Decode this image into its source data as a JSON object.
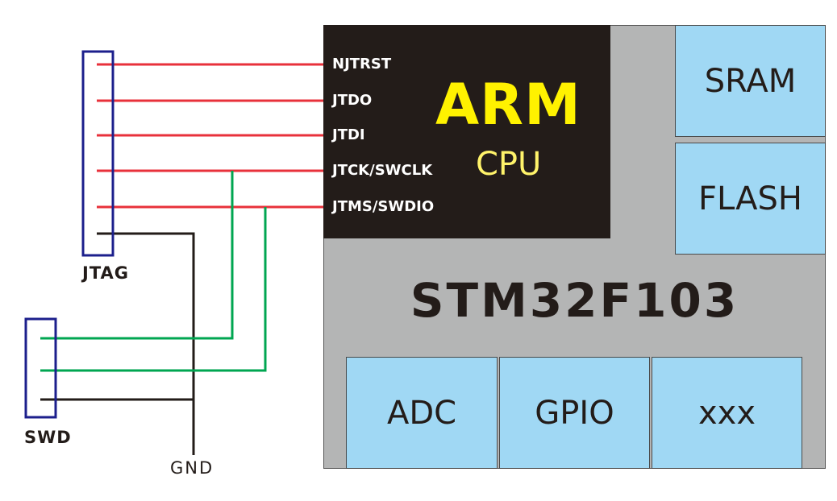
{
  "colors": {
    "jtag_wire": "#e8313b",
    "swd_wire": "#00a651",
    "gnd_wire": "#231c19",
    "connector": "#1c1f8c",
    "chip_body": "#b4b5b5",
    "cpu_core": "#231c19",
    "arm_text": "#fff200",
    "block_fill": "#a0d8f4"
  },
  "connectors": {
    "jtag": {
      "label": "JTAG"
    },
    "swd": {
      "label": "SWD"
    },
    "gnd": {
      "label": "GND"
    }
  },
  "cpu": {
    "title": "ARM",
    "subtitle": "CPU",
    "pins": [
      "NJTRST",
      "JTDO",
      "JTDI",
      "JTCK/SWCLK",
      "JTMS/SWDIO"
    ]
  },
  "chip": {
    "part_number": "STM32F103",
    "memory_blocks": [
      "SRAM",
      "FLASH"
    ],
    "peripheral_blocks": [
      "ADC",
      "GPIO",
      "xxx"
    ]
  }
}
